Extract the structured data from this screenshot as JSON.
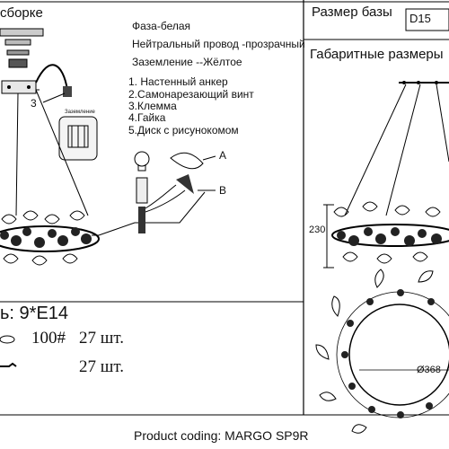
{
  "header": {
    "assembly_title": "сборке",
    "base_size_title": "Размер базы",
    "base_dim": "D15",
    "overall_dims_title": "Габаритные размеры"
  },
  "wiring": {
    "phase": "Фаза-белая",
    "neutral": "Нейтральный провод -прозрачный",
    "ground": "Заземление --Жёлтое"
  },
  "parts": [
    "1. Настенный анкер",
    "2.Самонарезающий винт",
    "3.Клемма",
    "4.Гайка",
    "5.Диск с рисунокомом"
  ],
  "callouts": {
    "part3": "3",
    "grounding": "Заземление",
    "A": "A",
    "B": "B"
  },
  "dimensions": {
    "height": "230",
    "diameter": "Ø368"
  },
  "lamps": {
    "label": "ь:  9*E14",
    "row1_power": "100#",
    "row1_qty": "27  шт.",
    "row2_qty": "27  шт."
  },
  "footer": {
    "product_coding": "Product coding: MARGO SP9R"
  }
}
